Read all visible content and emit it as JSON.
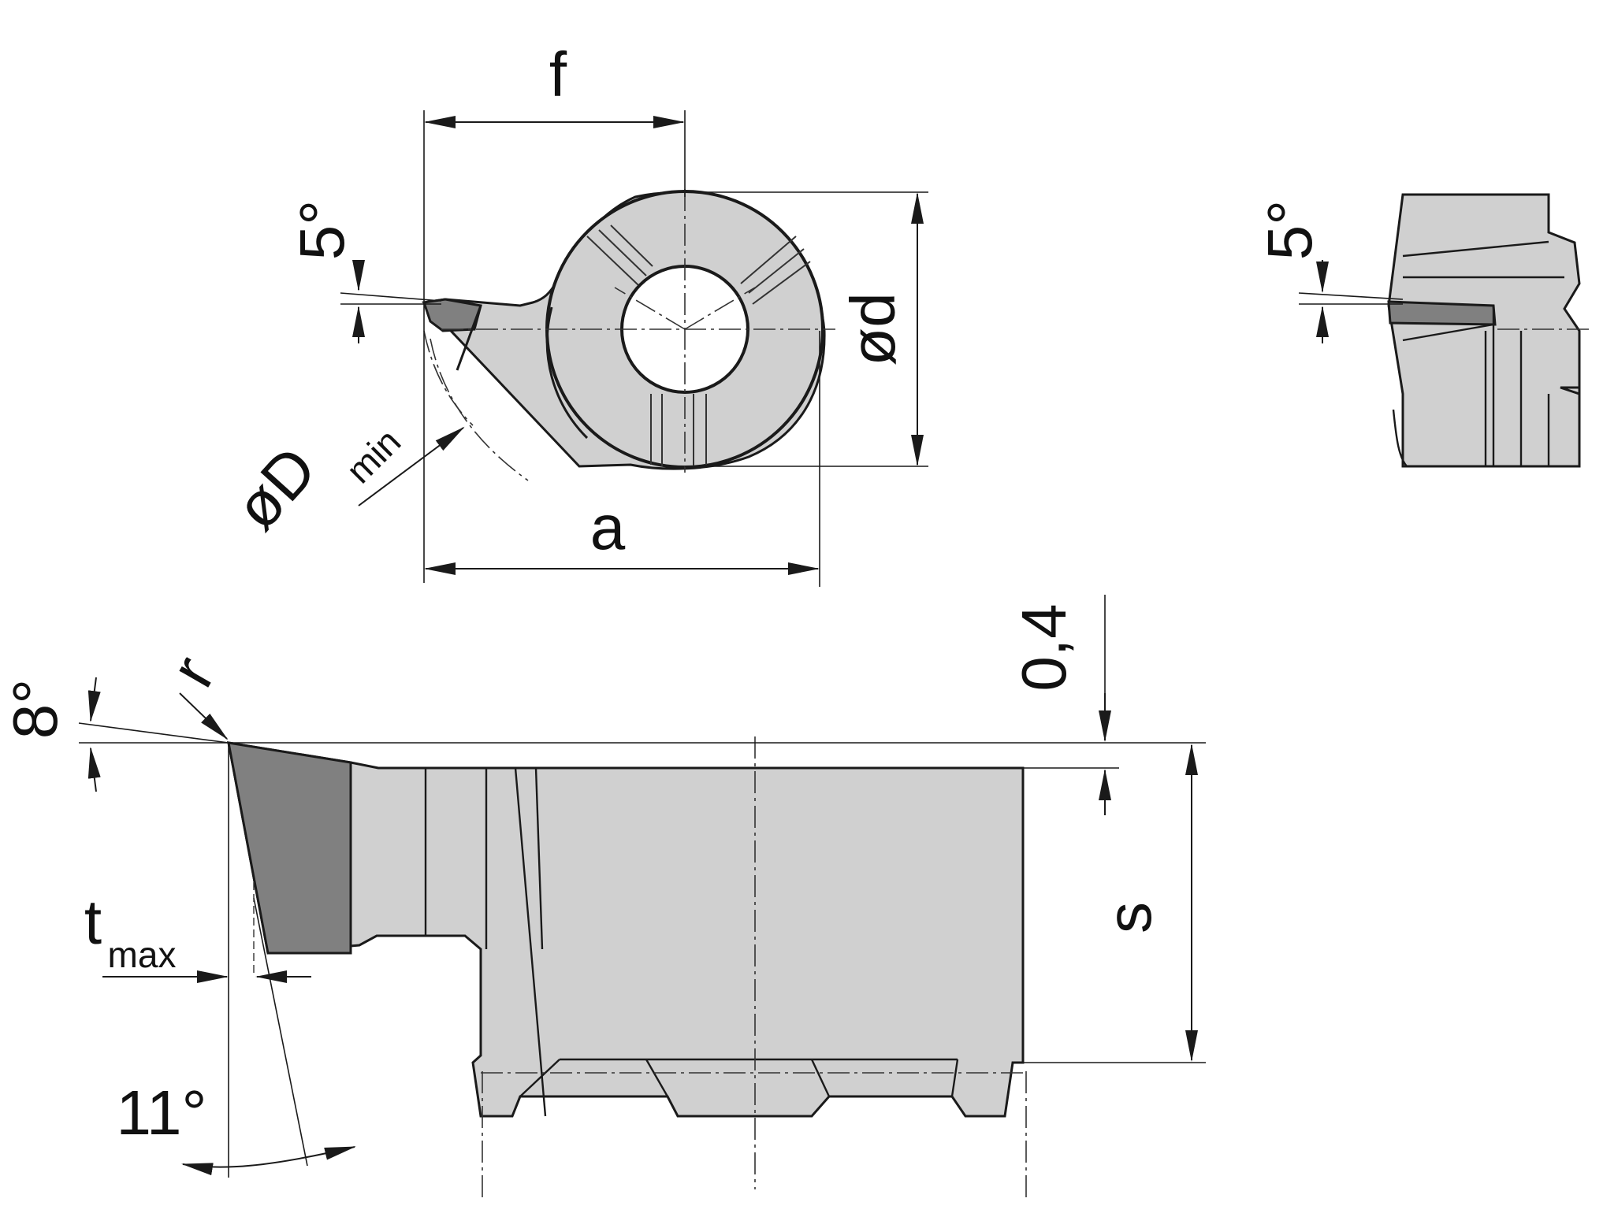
{
  "labels": {
    "f": "f",
    "od": "ød",
    "a": "a",
    "dmin_main": "øD",
    "dmin_sub": "min",
    "angle_top": "5°",
    "angle_side": "5°",
    "angle_8": "8°",
    "r": "r",
    "dim_04": "0,4",
    "s": "s",
    "t_main": "t",
    "t_sub": "max",
    "angle_11": "11°"
  },
  "colors": {
    "body": "#d0d0d0",
    "insert": "#808080",
    "line": "#1a1a1a",
    "background": "#ffffff"
  }
}
